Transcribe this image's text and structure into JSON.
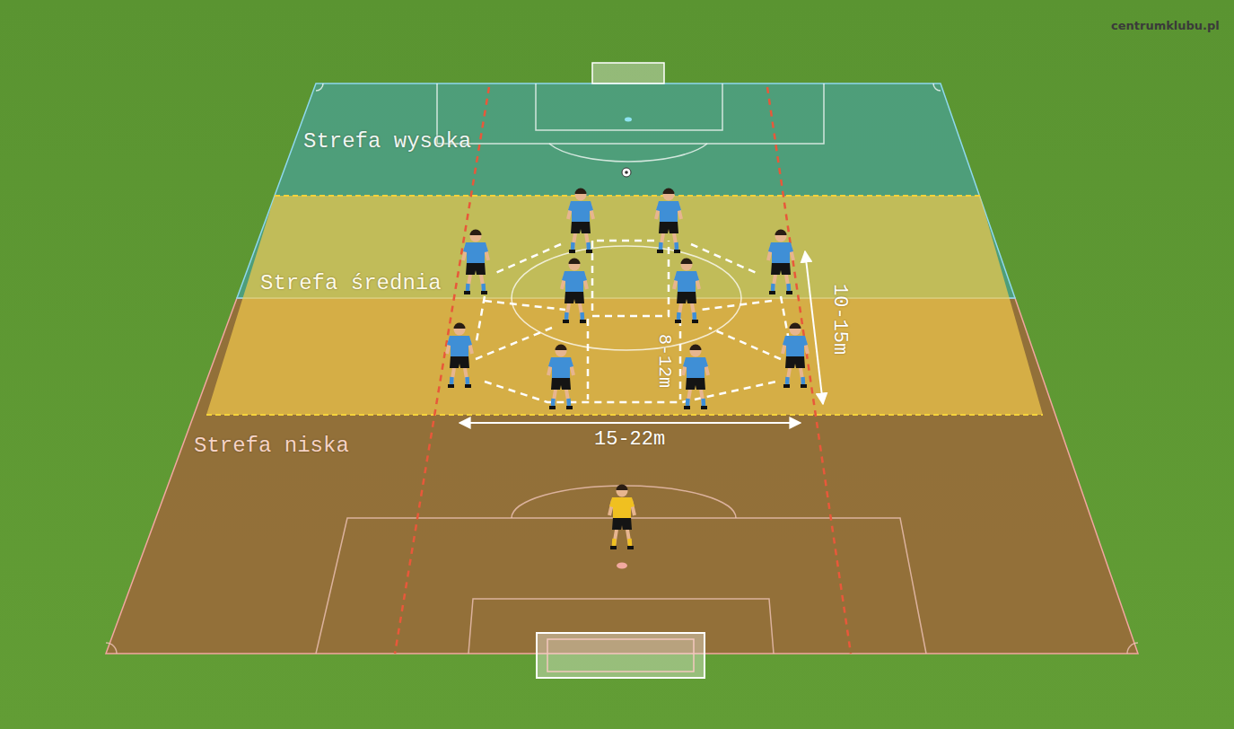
{
  "diagram": {
    "nodes": [
      {
        "text": [
          "Strefa wysoka"
        ]
      },
      {
        "text": [
          "Strefa średnia"
        ]
      },
      {
        "text": [
          "Strefa niska"
        ]
      }
    ],
    "labels": [
      "centrumklubu.pl",
      "10-15m",
      "8-12m",
      "15-22m"
    ]
  }
}
